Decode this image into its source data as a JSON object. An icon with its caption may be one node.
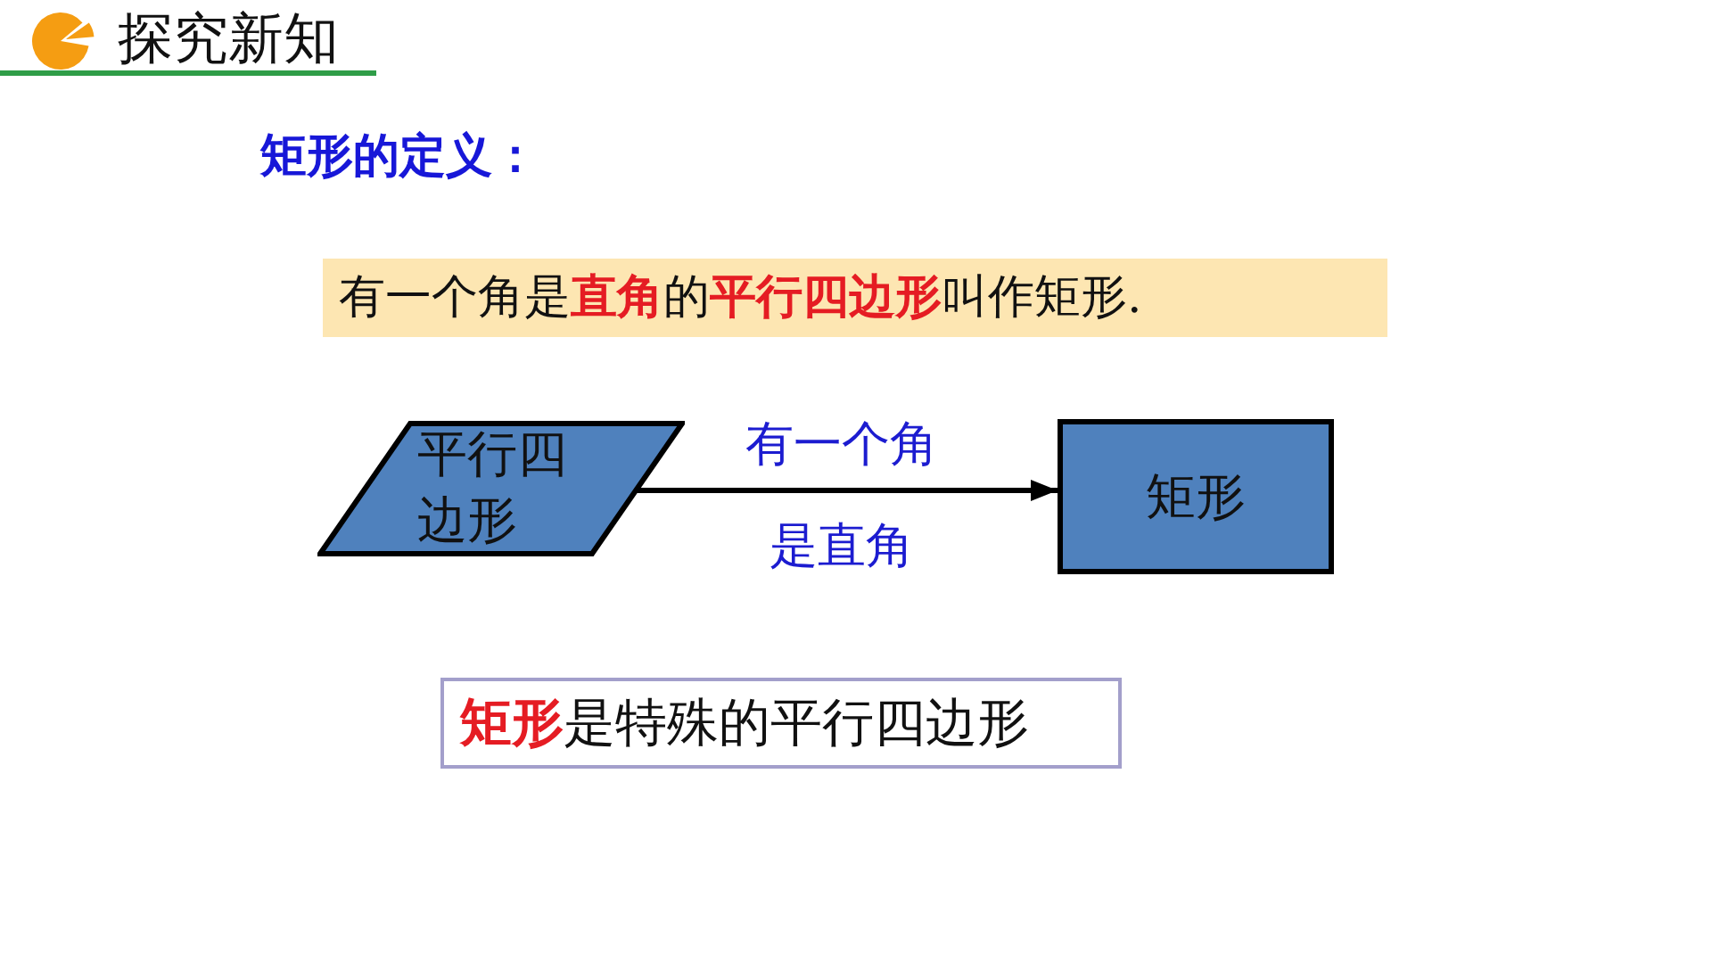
{
  "diagram": {
    "title": "探究新知",
    "nodes": [
      {
        "text": [
          "有一个角是**直角**的**平行四边形**叫作矩形."
        ]
      },
      {
        "text": [
          "平行四边形"
        ]
      },
      {
        "text": [
          "矩形"
        ]
      },
      {
        "text": [
          "**矩形**是特殊的平行四边形"
        ]
      }
    ],
    "edges": [
      {
        "from": 1,
        "to": 2,
        "arrow": "to",
        "label": "有一个角是直角"
      }
    ],
    "labels": [
      "矩形的定义："
    ]
  }
}
